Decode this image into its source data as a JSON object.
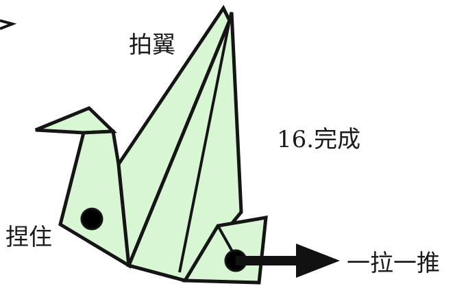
{
  "labels": {
    "flap": "拍翼",
    "step_done": "16.完成",
    "hold": "捏住",
    "push_pull": "一拉一推"
  },
  "colors": {
    "paper_fill": "#d8f5d4",
    "outline": "#151515",
    "dot": "#000000",
    "arrow": "#111111"
  },
  "icons": {
    "hold_point": "filled-circle-icon",
    "pull_point": "filled-circle-icon",
    "direction": "arrow-right-icon"
  }
}
